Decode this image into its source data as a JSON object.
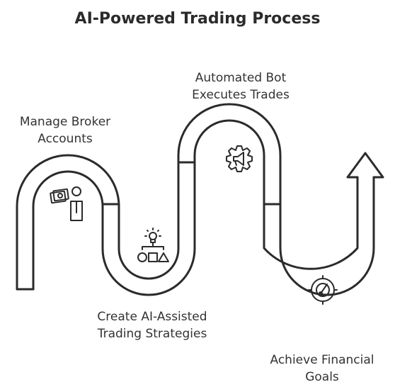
{
  "title": "AI-Powered Trading Process",
  "steps": [
    {
      "line1": "Manage Broker",
      "line2": "Accounts",
      "icon": "broker-accounts-icon"
    },
    {
      "line1": "Create AI-Assisted",
      "line2": "Trading Strategies",
      "icon": "lightbulb-shapes-icon"
    },
    {
      "line1": "Automated Bot",
      "line2": "Executes Trades",
      "icon": "gear-megaphone-icon"
    },
    {
      "line1": "Achieve Financial",
      "line2": "Goals",
      "icon": "target-gauge-icon"
    }
  ],
  "colors": {
    "stroke": "#2b2b2b",
    "text": "#333333"
  }
}
